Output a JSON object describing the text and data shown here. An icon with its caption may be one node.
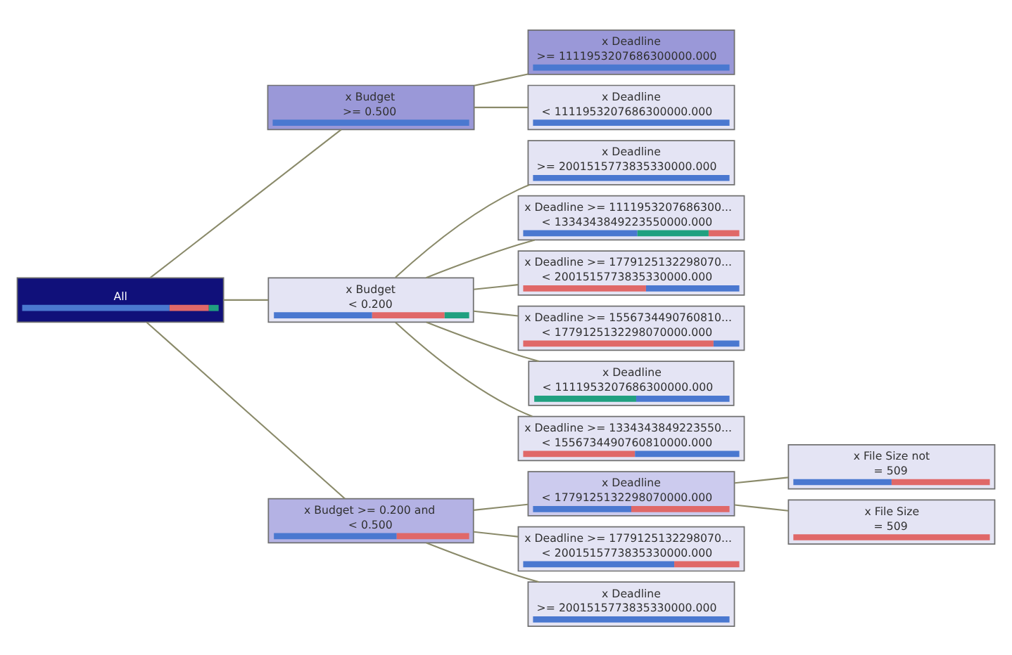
{
  "diagram": {
    "nodes": [
      {
        "text": [
          "All"
        ]
      },
      {
        "text": [
          "x Budget",
          ">= 0.500"
        ]
      },
      {
        "text": [
          "x Deadline",
          ">= 1111953207686300000.000"
        ]
      },
      {
        "text": [
          "x Deadline",
          "< 1111953207686300000.000"
        ]
      },
      {
        "text": [
          "x Budget",
          "< 0.200"
        ]
      },
      {
        "text": [
          "x Deadline",
          ">= 2001515773835330000.000"
        ]
      },
      {
        "text": [
          "x Deadline >= 1111953207686300...",
          "< 1334343849223550000.000"
        ]
      },
      {
        "text": [
          "x Deadline >= 1779125132298070...",
          "< 2001515773835330000.000"
        ]
      },
      {
        "text": [
          "x Deadline >= 1556734490760810...",
          "< 1779125132298070000.000"
        ]
      },
      {
        "text": [
          "x Deadline",
          "< 1111953207686300000.000"
        ]
      },
      {
        "text": [
          "x Deadline >= 1334343849223550...",
          "< 1556734490760810000.000"
        ]
      },
      {
        "text": [
          "x Budget >= 0.200 and",
          "< 0.500"
        ]
      },
      {
        "text": [
          "x Deadline",
          "< 1779125132298070000.000"
        ]
      },
      {
        "text": [
          "x File Size not",
          "= 509"
        ]
      },
      {
        "text": [
          "x File Size",
          "= 509"
        ]
      },
      {
        "text": [
          "x Deadline >= 1779125132298070...",
          "< 2001515773835330000.000"
        ]
      },
      {
        "text": [
          "x Deadline",
          ">= 2001515773835330000.000"
        ]
      }
    ],
    "edges": [
      {
        "from": 0,
        "to": 1,
        "arrow": "none"
      },
      {
        "from": 0,
        "to": 4,
        "arrow": "none"
      },
      {
        "from": 0,
        "to": 11,
        "arrow": "none"
      },
      {
        "from": 1,
        "to": 2,
        "arrow": "none"
      },
      {
        "from": 1,
        "to": 3,
        "arrow": "none"
      },
      {
        "from": 4,
        "to": 5,
        "arrow": "none"
      },
      {
        "from": 4,
        "to": 6,
        "arrow": "none"
      },
      {
        "from": 4,
        "to": 7,
        "arrow": "none"
      },
      {
        "from": 4,
        "to": 8,
        "arrow": "none"
      },
      {
        "from": 4,
        "to": 9,
        "arrow": "none"
      },
      {
        "from": 4,
        "to": 10,
        "arrow": "none"
      },
      {
        "from": 11,
        "to": 12,
        "arrow": "none"
      },
      {
        "from": 11,
        "to": 15,
        "arrow": "none"
      },
      {
        "from": 11,
        "to": 16,
        "arrow": "none"
      },
      {
        "from": 12,
        "to": 13,
        "arrow": "none"
      },
      {
        "from": 12,
        "to": 14,
        "arrow": "none"
      }
    ]
  }
}
